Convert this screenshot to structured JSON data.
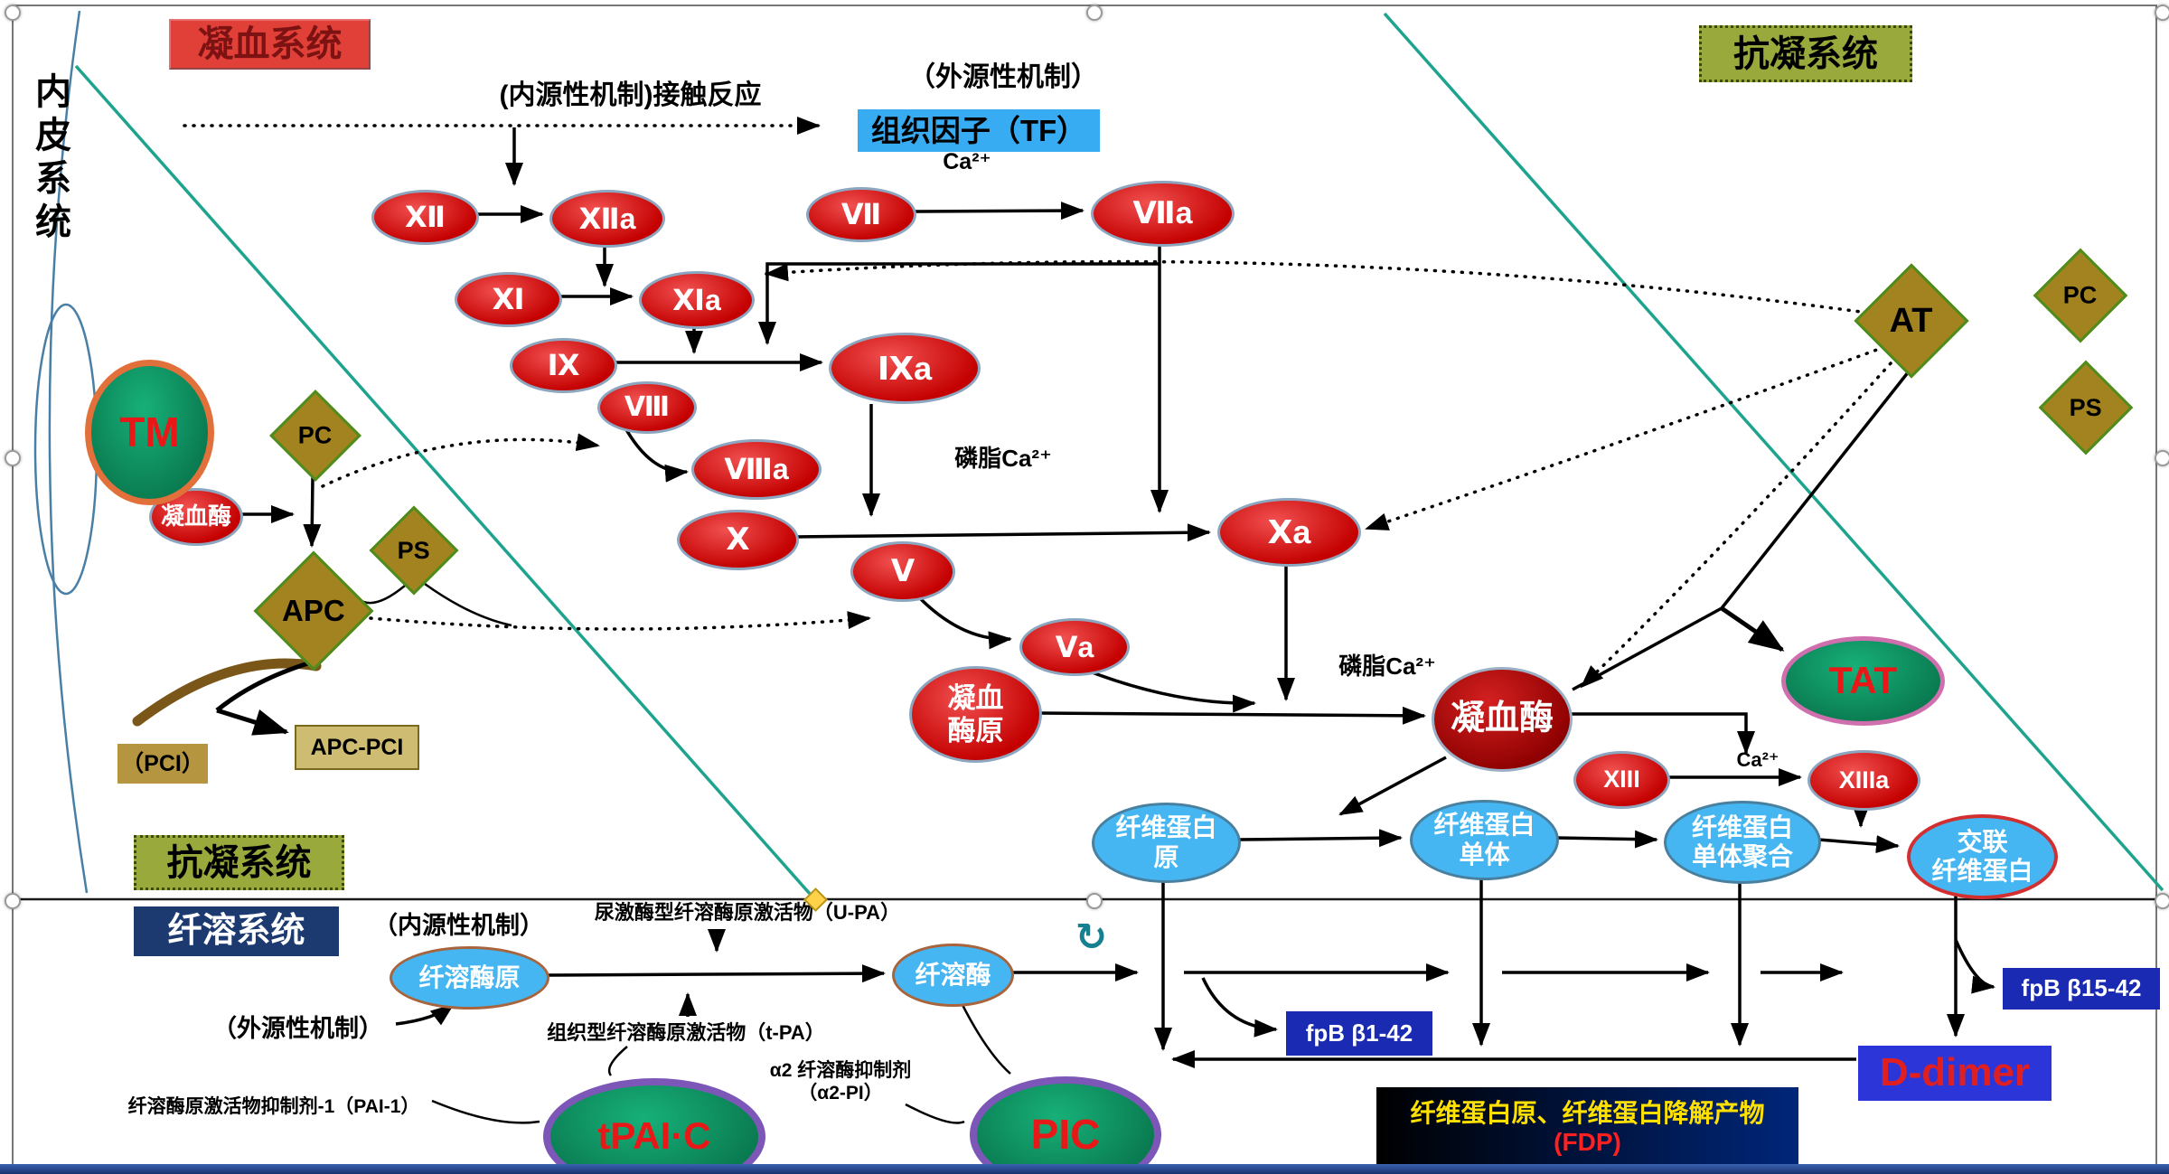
{
  "titles": {
    "coagulation": "凝血系统",
    "anticoagulation_top": "抗凝系统",
    "anticoagulation_bottom": "抗凝系统",
    "fibrinolysis": "纤溶系统",
    "endothelium": "内皮系统"
  },
  "annotations": {
    "intrinsic_contact": "(内源性机制)接触反应",
    "extrinsic_top": "（外源性机制）",
    "tissue_factor": "组织因子（TF）",
    "ca_top": "Ca²⁺",
    "phospholipid_ca_upper": "磷脂Ca²⁺",
    "phospholipid_ca_lower": "磷脂Ca²⁺",
    "ca_xiii": "Ca²⁺",
    "intrinsic_bottom": "（内源性机制）",
    "extrinsic_bottom": "（外源性机制）",
    "upa": "尿激酶型纤溶酶原激活物（U-PA）",
    "tpa": "组织型纤溶酶原激活物（t-PA）",
    "pai1": "纤溶酶原激活物抑制剂-1（PAI-1）",
    "a2pi": "α2 纤溶酶抑制剂\n（α2-PI）"
  },
  "factors": {
    "xii": "Ⅻ",
    "xiia": "Ⅻa",
    "xi": "Ⅺ",
    "xia": "Ⅺa",
    "ix": "Ⅸ",
    "ixa": "Ⅸa",
    "vii": "Ⅶ",
    "viia": "Ⅶa",
    "viii": "Ⅷ",
    "viiia": "Ⅷa",
    "x": "Ⅹ",
    "xa": "Ⅹa",
    "v": "Ⅴ",
    "va": "Ⅴa",
    "xiii": "XIII",
    "xiiia": "XIIIa"
  },
  "molecules": {
    "tm": "TM",
    "pc_left": "PC",
    "ps_left": "PS",
    "apc": "APC",
    "thrombin_left": "凝血酶",
    "pci": "（PCI）",
    "apc_pci": "APC-PCI",
    "at": "AT",
    "pc_right": "PC",
    "ps_right": "PS",
    "tat": "TAT",
    "prothrombin": "凝血\n酶原",
    "thrombin": "凝血酶",
    "fibrinogen": "纤维蛋白原",
    "fibrin_monomer": "纤维蛋白单体",
    "fibrin_polymer": "纤维蛋白单体聚合",
    "crosslinked_fibrin": "交联\n纤维蛋白",
    "plasminogen": "纤溶酶原",
    "plasmin": "纤溶酶",
    "tpai_c": "tPAI·C",
    "pic": "PIC",
    "fpb_beta_1_42": "fpB β1-42",
    "fpb_beta_15_42": "fpB β15-42",
    "d_dimer": "D-dimer",
    "fdp_label": "纤维蛋白原、纤维蛋白降解产物",
    "fdp_abbr": "(FDP)"
  },
  "colors": {
    "factor_red": "#c40000",
    "complex_green": "#0e9a60",
    "diamond_olive": "#a3831f",
    "fibrin_blue": "#45b6f2",
    "teal_line": "#1ea38e",
    "title_red": "#e04038",
    "title_olive": "#9aa93c",
    "navy": "#1d3a70",
    "ddimer_blue": "#2b35d8"
  }
}
